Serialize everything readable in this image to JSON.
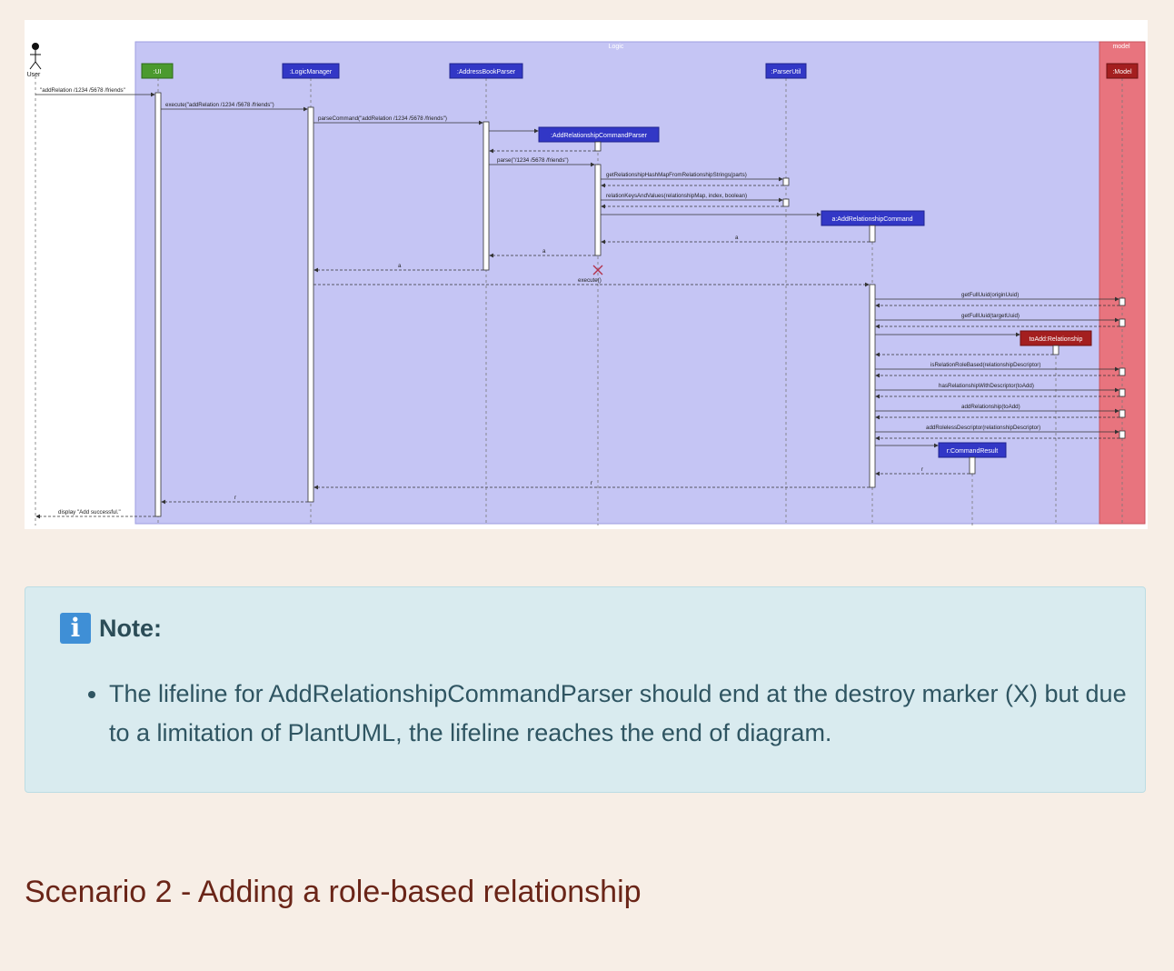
{
  "diagram": {
    "groups": {
      "logic": "Logic",
      "model": "model"
    },
    "actor": "User",
    "participants": {
      "ui": ":UI",
      "logic_manager": ":LogicManager",
      "parser": ":AddressBookParser",
      "parser_util": ":ParserUtil",
      "model": ":Model"
    },
    "created": {
      "command_parser": ":AddRelationshipCommandParser",
      "command": "a:AddRelationshipCommand",
      "relationship": "toAdd:Relationship",
      "result": "r:CommandResult"
    },
    "messages": {
      "m1": "\"addRelation /1234 /5678 /friends\"",
      "m2": "execute(\"addRelation /1234 /5678 /friends\")",
      "m3": "parseCommand(\"addRelation /1234 /5678 /friends\")",
      "m4": "parse(\"/1234 /5678 /friends\")",
      "m5": "getRelationshipHashMapFromRelationshipStrings(parts)",
      "m6": "relationKeysAndValues(relationshipMap, index, boolean)",
      "ret_a1": "a",
      "ret_a2": "a",
      "ret_a3": "a",
      "m_execute": "execute()",
      "m7": "getFullUuid(originUuid)",
      "m8": "getFullUuid(targetUuid)",
      "m9": "isRelationRoleBased(relationshipDescriptor)",
      "m10": "hasRelationshipWithDescriptor(toAdd)",
      "m11": "addRelationship(toAdd)",
      "m12": "addRolelessDescriptor(relationshipDescriptor)",
      "ret_r1": "r",
      "ret_r2": "r",
      "ret_r3": "r",
      "m_display": "display \"Add successful.\""
    },
    "colors": {
      "logic_box": "#c5c5f4",
      "model_box": "#e8747e",
      "participant": "#3237c6",
      "ui_participant": "#4b9a2e",
      "model_participant": "#a41f1f",
      "destroy": "#b3334d"
    }
  },
  "note": {
    "title": "Note:",
    "items": [
      "The lifeline for AddRelationshipCommandParser should end at the destroy marker (X) but due to a limitation of PlantUML, the lifeline reaches the end of diagram."
    ]
  },
  "section": {
    "title": "Scenario 2 - Adding a role-based relationship"
  }
}
